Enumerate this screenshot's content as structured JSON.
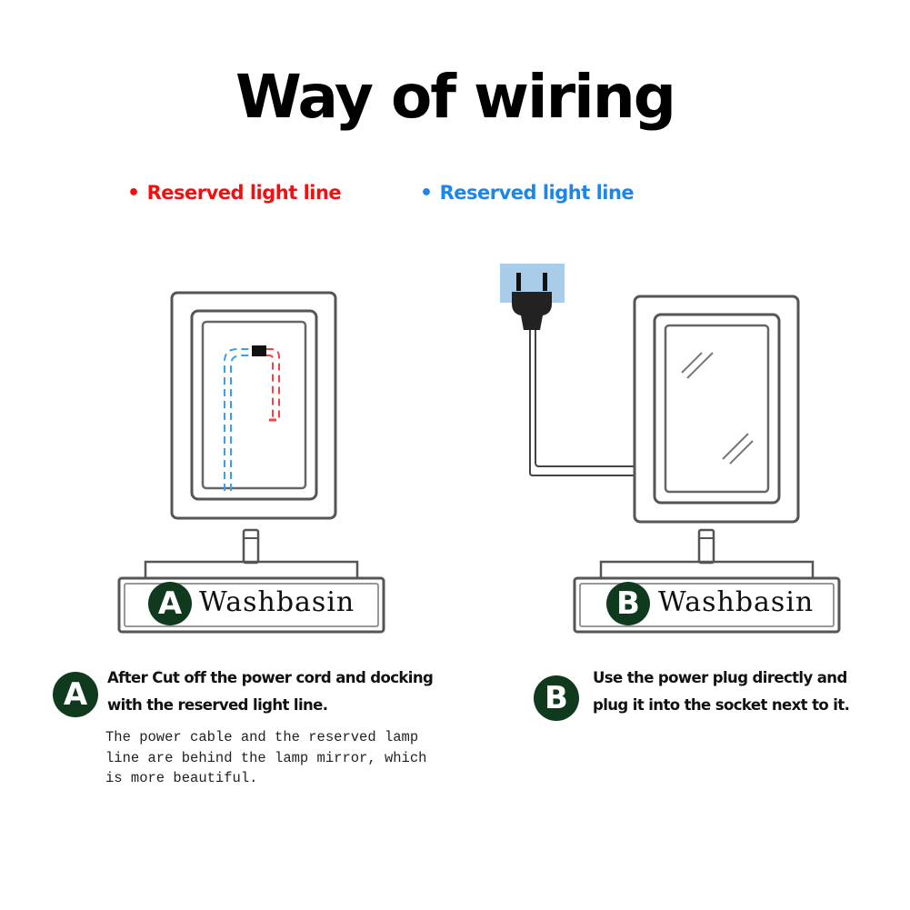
{
  "title": "Way of wiring",
  "legend": {
    "red": {
      "label": "Reserved light line",
      "color": "#f20f10"
    },
    "blue": {
      "label": "Reserved light line",
      "color": "#1d86e8"
    }
  },
  "panel_a": {
    "badge": "A",
    "basin_label": "Washbasin"
  },
  "panel_b": {
    "badge": "B",
    "basin_label": "Washbasin"
  },
  "notes": {
    "a": {
      "badge": "A",
      "line1": "After Cut off the power cord and docking",
      "line2": "with the reserved light line.",
      "detail": "The power cable and the reserved lamp line are behind the lamp mirror, which is more beautiful."
    },
    "b": {
      "badge": "B",
      "line1": "Use the power plug directly and",
      "line2": "plug it into the socket next to it."
    }
  },
  "colors": {
    "badge_bg": "#0f3a1e",
    "outline": "#555555",
    "socket": "#a9cde8"
  }
}
